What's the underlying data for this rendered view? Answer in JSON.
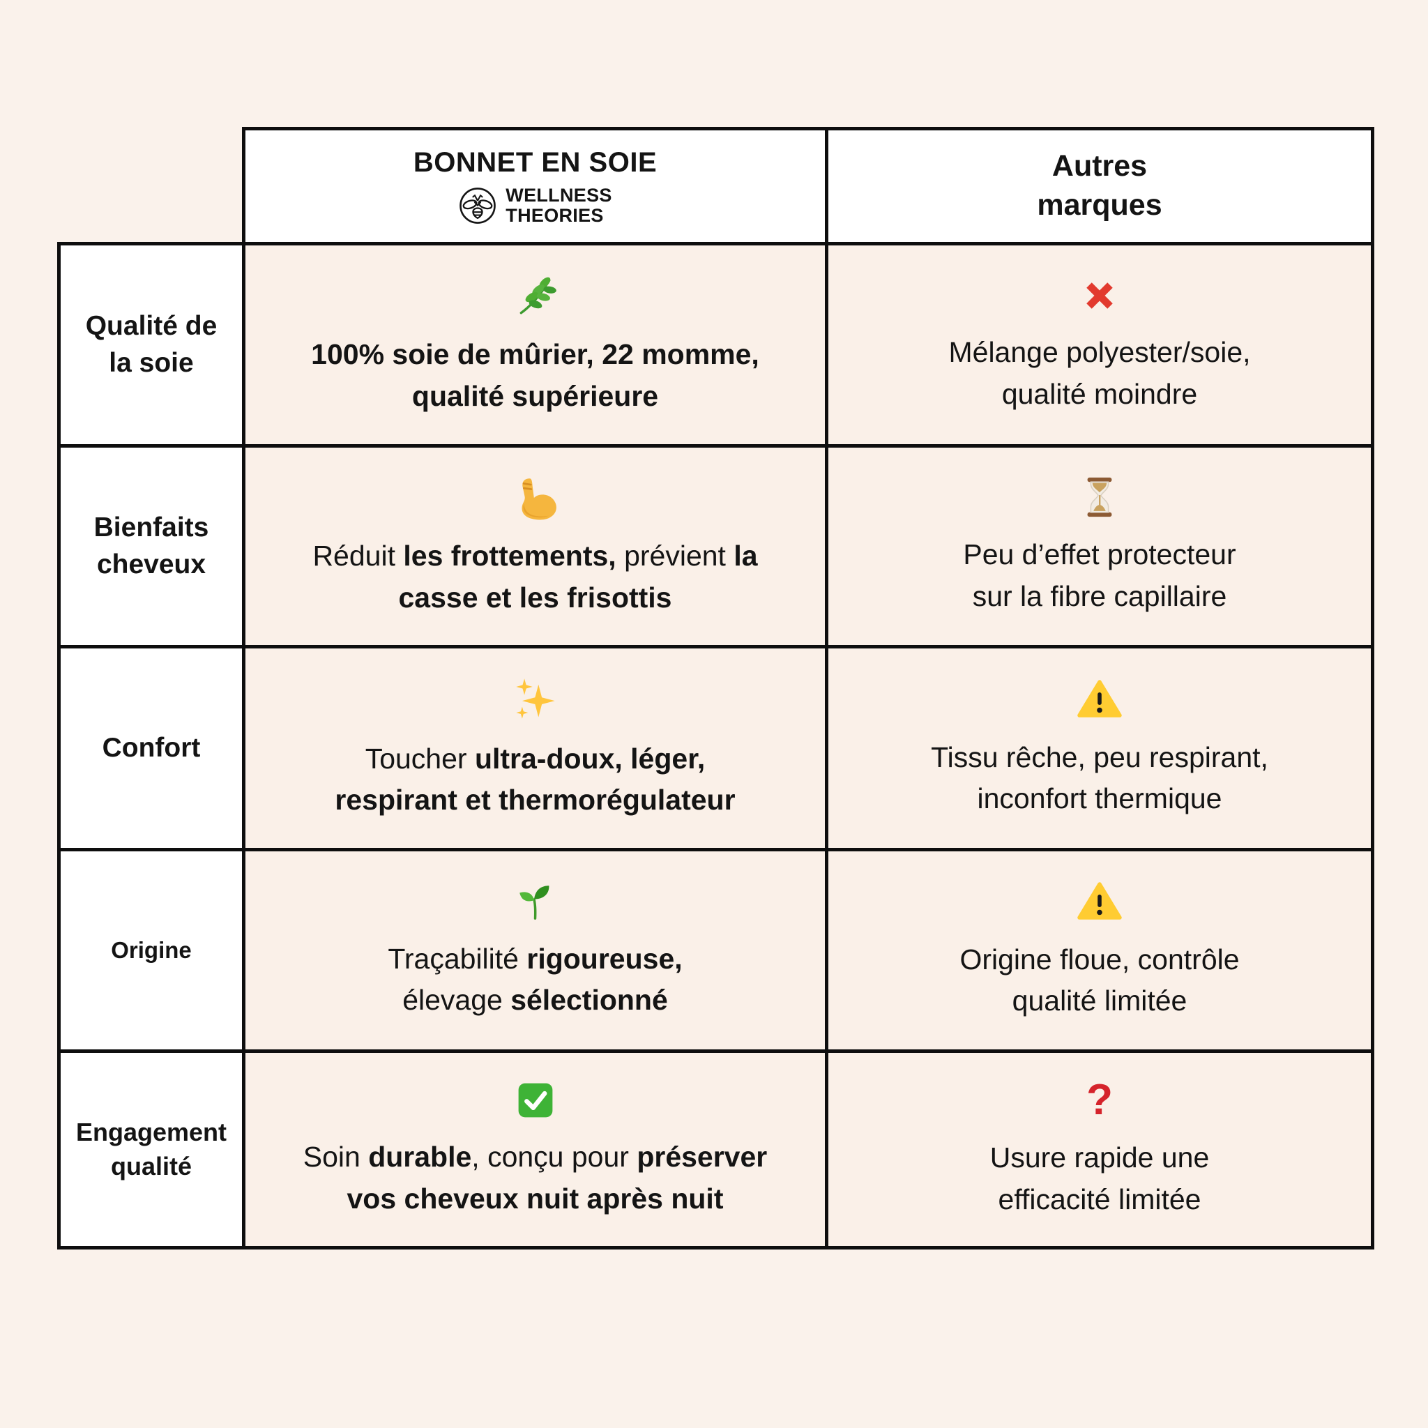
{
  "page": {
    "background": "#FAF2EB",
    "cell_background": "#FAF0E8",
    "border_color": "#0E0E0E"
  },
  "colors": {
    "cross_red": "#E23A2E",
    "warning_yellow": "#FFCC32",
    "check_green": "#3EB336",
    "question_red": "#D5232B",
    "herb_green": "#4FAE33",
    "seedling_green": "#53B83A",
    "sparkle_gold": "#FFC53D",
    "hourglass_brown": "#8C5A33",
    "muscle_gold": "#F5B63E"
  },
  "icons": {
    "question_glyph": "?"
  },
  "table": {
    "header": {
      "product": {
        "title": "BONNET EN SOIE",
        "logo_icon": "bee-logo-icon",
        "brand_line1": "WELLNESS",
        "brand_line2": "THEORIES"
      },
      "other": {
        "segments": [
          {
            "t": "Autres",
            "b": true
          },
          {
            "br": true
          },
          {
            "t": "marques",
            "b": true
          }
        ]
      }
    },
    "rows": [
      {
        "label": [
          {
            "t": "Qualité de",
            "b": true
          },
          {
            "br": true
          },
          {
            "t": "la soie",
            "b": true
          }
        ],
        "left": {
          "icon": "herb-icon",
          "segments": [
            {
              "t": "100% soie de mûrier, 22 momme,",
              "b": true
            },
            {
              "br": true
            },
            {
              "t": "qualité supérieure",
              "b": true
            }
          ]
        },
        "right": {
          "icon": "cross-mark-icon",
          "segments": [
            {
              "t": "Mélange polyester/soie,"
            },
            {
              "br": true
            },
            {
              "t": "qualité moindre"
            }
          ]
        }
      },
      {
        "label": [
          {
            "t": "Bienfaits",
            "b": true
          },
          {
            "br": true
          },
          {
            "t": "cheveux",
            "b": true
          }
        ],
        "left": {
          "icon": "flexed-biceps-icon",
          "segments": [
            {
              "t": "Réduit "
            },
            {
              "t": "les frottements,",
              "b": true
            },
            {
              "t": " prévient "
            },
            {
              "t": "la",
              "b": true
            },
            {
              "br": true
            },
            {
              "t": "casse et les frisottis",
              "b": true
            }
          ]
        },
        "right": {
          "icon": "hourglass-icon",
          "segments": [
            {
              "t": "Peu d’effet protecteur"
            },
            {
              "br": true
            },
            {
              "t": "sur la fibre capillaire"
            }
          ]
        }
      },
      {
        "label": [
          {
            "t": "Confort",
            "b": true
          }
        ],
        "left": {
          "icon": "sparkles-icon",
          "segments": [
            {
              "t": "Toucher "
            },
            {
              "t": "ultra-doux, léger,",
              "b": true
            },
            {
              "br": true
            },
            {
              "t": "respirant et thermorégulateur",
              "b": true
            }
          ]
        },
        "right": {
          "icon": "warning-icon",
          "segments": [
            {
              "t": "Tissu rêche, peu respirant,"
            },
            {
              "br": true
            },
            {
              "t": "inconfort thermique"
            }
          ]
        }
      },
      {
        "label": [
          {
            "t": "Origine",
            "b": true
          }
        ],
        "left": {
          "icon": "seedling-icon",
          "segments": [
            {
              "t": "Traçabilité "
            },
            {
              "t": "rigoureuse,",
              "b": true
            },
            {
              "br": true
            },
            {
              "t": "élevage "
            },
            {
              "t": "sélectionné",
              "b": true
            }
          ]
        },
        "right": {
          "icon": "warning-icon",
          "segments": [
            {
              "t": "Origine floue, contrôle"
            },
            {
              "br": true
            },
            {
              "t": "qualité limitée"
            }
          ]
        }
      },
      {
        "label": [
          {
            "t": "Engagement",
            "b": true
          },
          {
            "br": true
          },
          {
            "t": "qualité",
            "b": true
          }
        ],
        "left": {
          "icon": "check-mark-icon",
          "segments": [
            {
              "t": "Soin "
            },
            {
              "t": "durable",
              "b": true
            },
            {
              "t": ", conçu pour "
            },
            {
              "t": "préserver",
              "b": true
            },
            {
              "br": true
            },
            {
              "t": "vos cheveux nuit après nuit",
              "b": true
            }
          ]
        },
        "right": {
          "icon": "question-mark-icon",
          "segments": [
            {
              "t": "Usure rapide une"
            },
            {
              "br": true
            },
            {
              "t": "efficacité limitée"
            }
          ]
        }
      }
    ]
  }
}
